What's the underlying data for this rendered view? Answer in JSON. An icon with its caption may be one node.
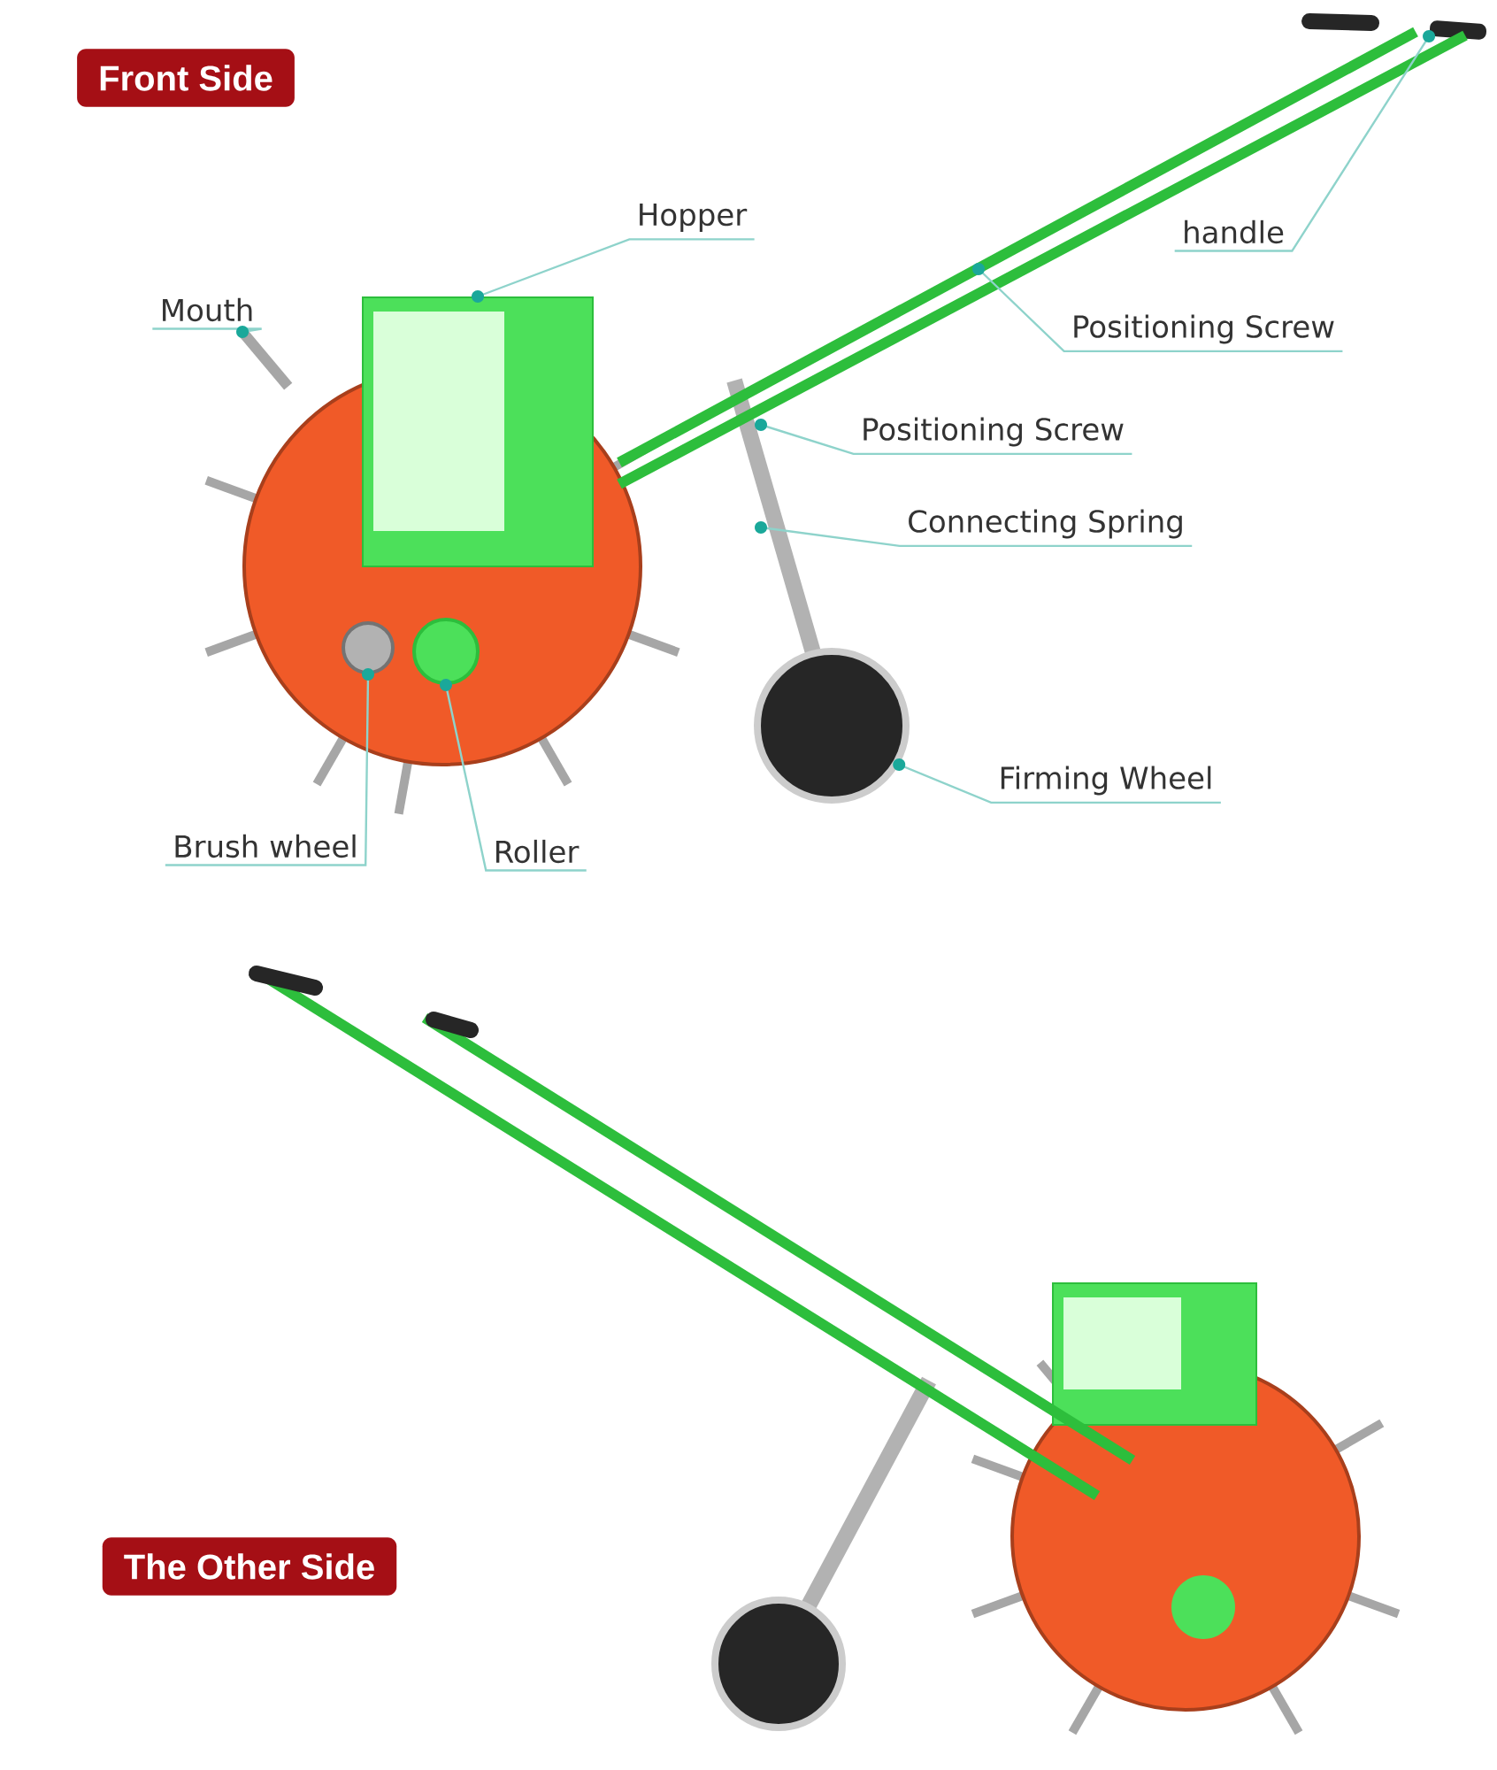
{
  "diagram": {
    "nodes": [
      {
        "text": [
          "Front Side"
        ]
      },
      {
        "text": [
          "Hopper"
        ]
      },
      {
        "text": [
          "Mouth"
        ]
      },
      {
        "text": [
          "handle"
        ]
      },
      {
        "text": [
          "Positioning Screw"
        ]
      },
      {
        "text": [
          "Positioning Screw"
        ]
      },
      {
        "text": [
          "Connecting Spring"
        ]
      },
      {
        "text": [
          "Firming Wheel"
        ]
      },
      {
        "text": [
          "Brush wheel"
        ]
      },
      {
        "text": [
          "Roller"
        ]
      },
      {
        "text": [
          "The Other Side"
        ]
      },
      {
        "text": [],
        "shape": "box"
      },
      {
        "text": [],
        "shape": "bar"
      },
      {
        "text": [],
        "shape": "circle"
      },
      {
        "text": [],
        "shape": "circle"
      },
      {
        "text": [],
        "shape": "circle"
      },
      {
        "text": [],
        "shape": "bar"
      }
    ],
    "edges": [
      {
        "from": 1,
        "to": 11,
        "arrow": "other"
      },
      {
        "from": 2,
        "to": 12,
        "arrow": "other"
      },
      {
        "from": 3,
        "to": 16,
        "arrow": "other"
      },
      {
        "from": 4,
        "to": null,
        "arrow": "other"
      },
      {
        "from": 5,
        "to": null,
        "arrow": "other"
      },
      {
        "from": 6,
        "to": null,
        "arrow": "other"
      },
      {
        "from": 7,
        "to": 15,
        "arrow": "other"
      },
      {
        "from": 8,
        "to": 13,
        "arrow": "other"
      },
      {
        "from": 9,
        "to": 14,
        "arrow": "other"
      }
    ]
  }
}
